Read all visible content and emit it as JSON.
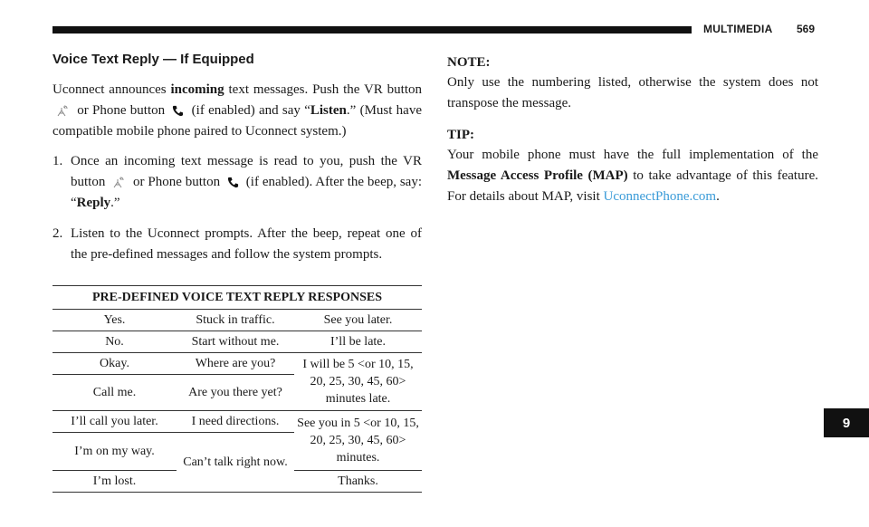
{
  "header": {
    "section": "MULTIMEDIA",
    "page": "569"
  },
  "section_title": "Voice Text Reply — If Equipped",
  "intro": {
    "t1": "Uconnect announces ",
    "b1": "incoming",
    "t2": " text messages. Push the VR button ",
    "t3": " or Phone button ",
    "t4": " (if enabled) and say “",
    "b2": "Listen",
    "t5": ".”",
    "paren": "(Must have compatible mobile phone paired to Uconnect system.)"
  },
  "steps": [
    {
      "num": "1.",
      "t1": "Once an incoming text message is read to you, push the VR button ",
      "t2": " or Phone button ",
      "t3": " (if enabled). After the beep, say: “",
      "b": "Reply",
      "t4": ".”"
    },
    {
      "num": "2.",
      "t1": "Listen to the Uconnect prompts. After the beep, repeat one of the pre-defined messages and follow the system prompts."
    }
  ],
  "table": {
    "title": "PRE-DEFINED VOICE TEXT REPLY RESPONSES",
    "r1": [
      "Yes.",
      "Stuck in traffic.",
      "See you later."
    ],
    "r2": [
      "No.",
      "Start without me.",
      "I’ll be late."
    ],
    "r3": [
      "Okay.",
      "Where are you?",
      "I will be 5 <or 10, 15, 20, 25, 30, 45, 60> minutes late."
    ],
    "r4": [
      "Call me.",
      "Are you there yet?"
    ],
    "r5": [
      "I’ll call you later.",
      "I need directions.",
      "See you in 5 <or 10, 15, 20, 25, 30, 45, 60> minutes."
    ],
    "r6": [
      "I’m on my way.",
      "Can’t talk right now."
    ],
    "r7": [
      "I’m lost.",
      "Thanks."
    ]
  },
  "note": {
    "label": "NOTE:",
    "text": "Only use the numbering listed, otherwise the system does not transpose the message."
  },
  "tip": {
    "label": "TIP:",
    "t1": "Your mobile phone must have the full implementation of the ",
    "b": "Message Access Profile (MAP)",
    "t2": " to take advantage of this feature. For details about MAP, visit ",
    "link": "UconnectPhone.com",
    "t3": "."
  },
  "chapter_tab": "9",
  "icons": {
    "vr": "voice-recognition-icon",
    "phone": "phone-icon"
  }
}
